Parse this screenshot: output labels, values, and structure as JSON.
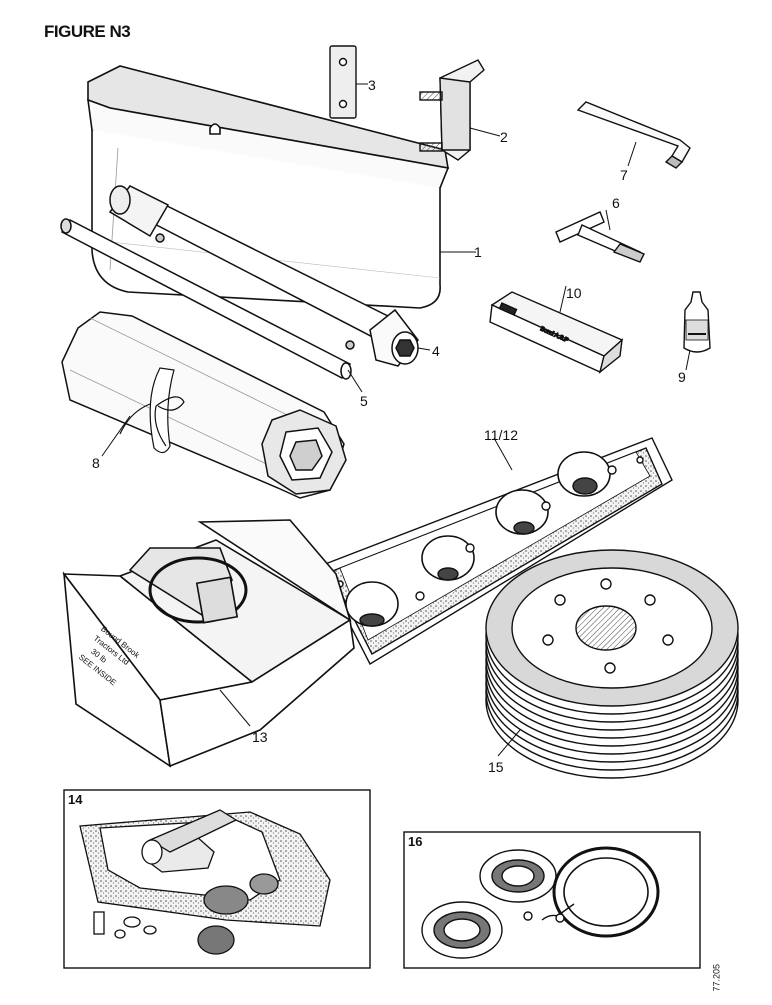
{
  "figure_title": "FIGURE N3",
  "reference_code": "77.205",
  "callouts": [
    "1",
    "2",
    "3",
    "4",
    "5",
    "6",
    "7",
    "8",
    "9",
    "10",
    "11/12",
    "13",
    "14",
    "15",
    "16"
  ],
  "box_label": [
    "Bound Brook",
    "Tractors Ltd",
    "30 lb",
    "SEE INSIDE"
  ],
  "box_text": "Bound",
  "colors": {
    "ink": "#111111",
    "paper": "#ffffff",
    "shade": "#9a9a9a",
    "stipple": "#6a6a6a"
  }
}
